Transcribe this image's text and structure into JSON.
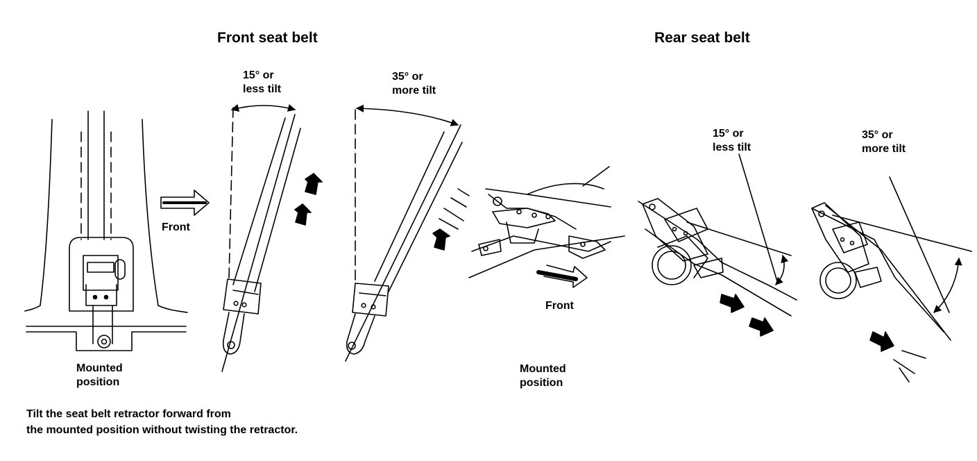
{
  "titles": {
    "front": "Front seat belt",
    "rear": "Rear seat belt"
  },
  "front": {
    "tilt_15": [
      "15° or",
      "less tilt"
    ],
    "tilt_35": [
      "35° or",
      "more tilt"
    ],
    "direction_label": "Front",
    "mounted_label": [
      "Mounted",
      "position"
    ]
  },
  "rear": {
    "tilt_15": [
      "15° or",
      "less tilt"
    ],
    "tilt_35": [
      "35° or",
      "more tilt"
    ],
    "direction_label": "Front",
    "mounted_label": [
      "Mounted",
      "position"
    ]
  },
  "instruction": [
    "Tilt the seat belt retractor forward from",
    "the mounted position without twisting the retractor."
  ],
  "colors": {
    "ink": "#000000",
    "paper": "#ffffff"
  }
}
